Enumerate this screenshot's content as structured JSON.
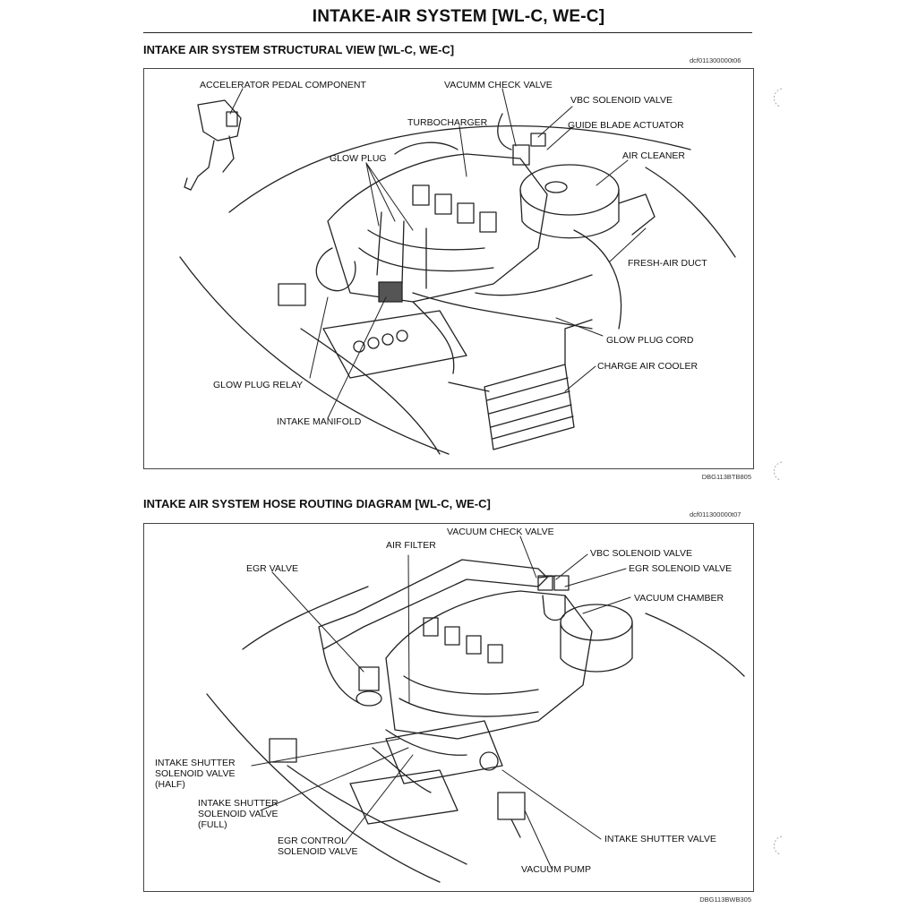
{
  "page_title": "INTAKE-AIR SYSTEM [WL-C, WE-C]",
  "sections": [
    {
      "title": "INTAKE AIR SYSTEM STRUCTURAL VIEW [WL-C, WE-C]",
      "ref_code": "dcf011300000t06",
      "figure_code": "DBG113BTB805",
      "labels": [
        "ACCELERATOR PEDAL COMPONENT",
        "VACUMM CHECK VALVE",
        "VBC SOLENOID VALVE",
        "TURBOCHARGER",
        "GUIDE BLADE ACTUATOR",
        "GLOW PLUG",
        "AIR CLEANER",
        "FRESH-AIR DUCT",
        "GLOW PLUG CORD",
        "CHARGE AIR COOLER",
        "GLOW PLUG RELAY",
        "INTAKE MANIFOLD"
      ]
    },
    {
      "title": "INTAKE AIR SYSTEM HOSE ROUTING DIAGRAM [WL-C, WE-C]",
      "ref_code": "dcf011300000t07",
      "figure_code": "DBG113BWB305",
      "labels": [
        "VACUUM CHECK VALVE",
        "AIR FILTER",
        "VBC SOLENOID VALVE",
        "EGR VALVE",
        "EGR SOLENOID VALVE",
        "VACUUM CHAMBER",
        "INTAKE SHUTTER\nSOLENOID VALVE\n(HALF)",
        "INTAKE SHUTTER\nSOLENOID VALVE\n(FULL)",
        "EGR CONTROL\nSOLENOID VALVE",
        "INTAKE SHUTTER VALVE",
        "VACUUM PUMP"
      ]
    }
  ],
  "colors": {
    "ink": "#111111",
    "line": "#222222",
    "frame": "#444444"
  }
}
